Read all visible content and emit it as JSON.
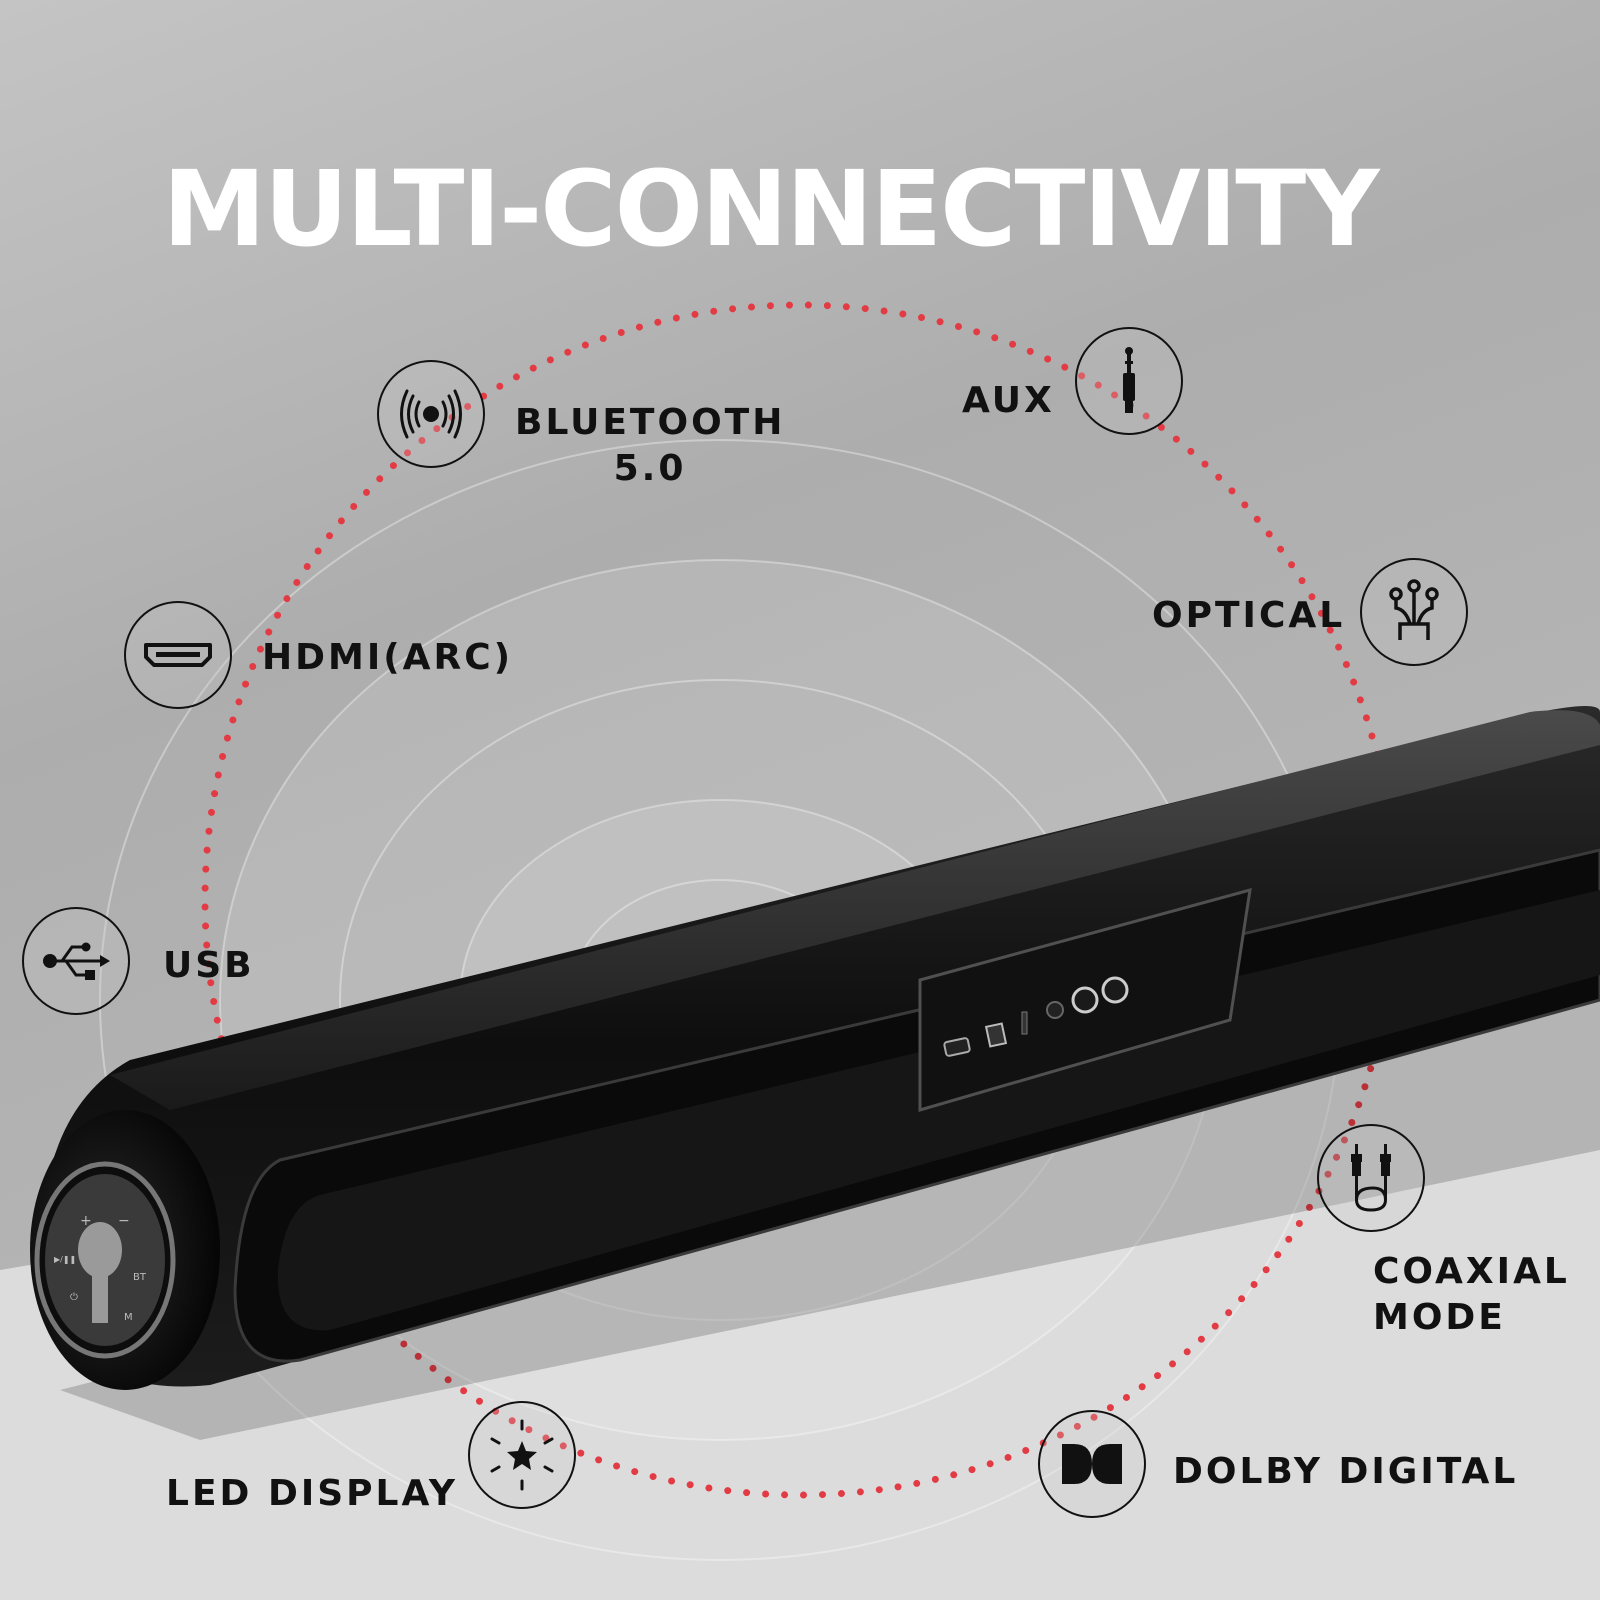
{
  "title": "MULTI-CONNECTIVITY",
  "colors": {
    "title": "#ffffff",
    "dots": "#e23b44",
    "icon_stroke": "#111111",
    "label": "#111111",
    "soundbar": "#141414"
  },
  "features": [
    {
      "id": "bluetooth",
      "label_line1": "BLUETOOTH",
      "label_line2": "5.0",
      "icon": "wireless-signal-icon"
    },
    {
      "id": "aux",
      "label_line1": "AUX",
      "icon": "audio-jack-icon"
    },
    {
      "id": "optical",
      "label_line1": "OPTICAL",
      "icon": "fiber-optic-icon"
    },
    {
      "id": "hdmi",
      "label_line1": "HDMI(ARC)",
      "icon": "hdmi-port-icon"
    },
    {
      "id": "usb",
      "label_line1": "USB",
      "icon": "usb-icon"
    },
    {
      "id": "coaxial",
      "label_line1": "COAXIAL",
      "label_line2": "MODE",
      "icon": "rca-cable-icon"
    },
    {
      "id": "dolby",
      "label_line1": "DOLBY DIGITAL",
      "icon": "dolby-logo-icon"
    },
    {
      "id": "led",
      "label_line1": "LED DISPLAY",
      "icon": "star-burst-icon"
    }
  ],
  "soundbar": {
    "control_buttons": [
      "+",
      "−",
      "BT",
      "M",
      "⏻",
      "▶/❚❚"
    ]
  }
}
